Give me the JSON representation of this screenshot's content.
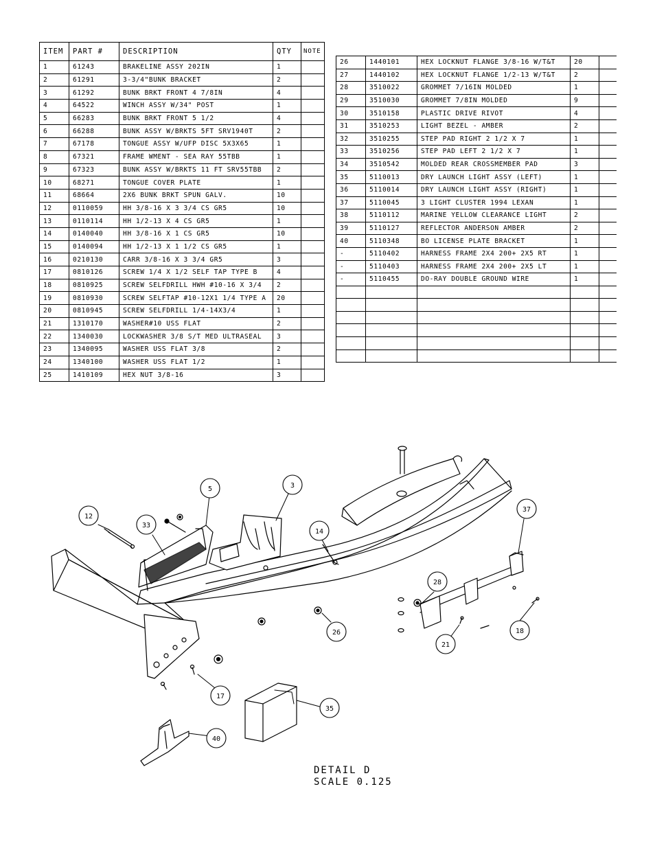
{
  "left_table": {
    "headers": {
      "item": "ITEM",
      "part": "PART #",
      "description": "DESCRIPTION",
      "qty": "QTY",
      "note": "NOTE"
    },
    "rows": [
      {
        "item": "1",
        "part": "61243",
        "description": "BRAKELINE ASSY  202IN",
        "qty": "1",
        "note": ""
      },
      {
        "item": "2",
        "part": "61291",
        "description": "3-3/4\"BUNK BRACKET",
        "qty": "2",
        "note": ""
      },
      {
        "item": "3",
        "part": "61292",
        "description": "BUNK BRKT FRONT 4 7/8IN",
        "qty": "4",
        "note": ""
      },
      {
        "item": "4",
        "part": "64522",
        "description": "WINCH ASSY W/34\" POST",
        "qty": "1",
        "note": ""
      },
      {
        "item": "5",
        "part": "66283",
        "description": "BUNK BRKT FRONT 5 1/2",
        "qty": "4",
        "note": ""
      },
      {
        "item": "6",
        "part": "66288",
        "description": "BUNK ASSY W/BRKTS 5FT SRV1940T",
        "qty": "2",
        "note": ""
      },
      {
        "item": "7",
        "part": "67178",
        "description": "TONGUE ASSY W/UFP DISC 5X3X65",
        "qty": "1",
        "note": ""
      },
      {
        "item": "8",
        "part": "67321",
        "description": "FRAME WMENT - SEA RAY 55TBB",
        "qty": "1",
        "note": ""
      },
      {
        "item": "9",
        "part": "67323",
        "description": "BUNK ASSY W/BRKTS 11 FT SRV55TBB",
        "qty": "2",
        "note": ""
      },
      {
        "item": "10",
        "part": "68271",
        "description": "TONGUE COVER PLATE",
        "qty": "1",
        "note": ""
      },
      {
        "item": "11",
        "part": "68664",
        "description": "2X6 BUNK BRKT SPUN GALV.",
        "qty": "10",
        "note": ""
      },
      {
        "item": "12",
        "part": "0110059",
        "description": "HH 3/8-16 X 3 3/4 CS GR5",
        "qty": "10",
        "note": ""
      },
      {
        "item": "13",
        "part": "0110114",
        "description": "HH 1/2-13 X 4 CS GR5",
        "qty": "1",
        "note": ""
      },
      {
        "item": "14",
        "part": "0140040",
        "description": "HH 3/8-16 X 1 CS GR5",
        "qty": "10",
        "note": ""
      },
      {
        "item": "15",
        "part": "0140094",
        "description": "HH 1/2-13 X 1 1/2 CS GR5",
        "qty": "1",
        "note": ""
      },
      {
        "item": "16",
        "part": "0210130",
        "description": "CARR 3/8-16 X 3 3/4 GR5",
        "qty": "3",
        "note": ""
      },
      {
        "item": "17",
        "part": "0810126",
        "description": "SCREW 1/4 X 1/2 SELF TAP TYPE B",
        "qty": "4",
        "note": ""
      },
      {
        "item": "18",
        "part": "0810925",
        "description": "SCREW SELFDRILL HWH #10-16 X 3/4",
        "qty": "2",
        "note": ""
      },
      {
        "item": "19",
        "part": "0810930",
        "description": "SCREW SELFTAP #10-12X1 1/4 TYPE A",
        "qty": "20",
        "note": ""
      },
      {
        "item": "20",
        "part": "0810945",
        "description": "SCREW SELFDRILL  1/4-14X3/4",
        "qty": "1",
        "note": ""
      },
      {
        "item": "21",
        "part": "1310170",
        "description": "WASHER#10 USS FLAT",
        "qty": "2",
        "note": ""
      },
      {
        "item": "22",
        "part": "1340030",
        "description": "LOCKWASHER 3/8 S/T MED ULTRASEAL",
        "qty": "3",
        "note": ""
      },
      {
        "item": "23",
        "part": "1340095",
        "description": "WASHER USS FLAT 3/8",
        "qty": "2",
        "note": ""
      },
      {
        "item": "24",
        "part": "1340100",
        "description": "WASHER USS FLAT 1/2",
        "qty": "1",
        "note": ""
      },
      {
        "item": "25",
        "part": "1410109",
        "description": "HEX NUT 3/8-16",
        "qty": "3",
        "note": ""
      }
    ]
  },
  "right_table": {
    "rows": [
      {
        "item": "26",
        "part": "1440101",
        "description": "HEX LOCKNUT FLANGE 3/8-16 W/T&T",
        "qty": "20",
        "note": ""
      },
      {
        "item": "27",
        "part": "1440102",
        "description": "HEX LOCKNUT FLANGE 1/2-13 W/T&T",
        "qty": "2",
        "note": ""
      },
      {
        "item": "28",
        "part": "3510022",
        "description": "GROMMET  7/16IN MOLDED",
        "qty": "1",
        "note": ""
      },
      {
        "item": "29",
        "part": "3510030",
        "description": "GROMMET  7/8IN MOLDED",
        "qty": "9",
        "note": ""
      },
      {
        "item": "30",
        "part": "3510158",
        "description": "PLASTIC DRIVE RIVOT",
        "qty": "4",
        "note": ""
      },
      {
        "item": "31",
        "part": "3510253",
        "description": "LIGHT BEZEL - AMBER",
        "qty": "2",
        "note": ""
      },
      {
        "item": "32",
        "part": "3510255",
        "description": "STEP PAD  RIGHT  2 1/2 X  7",
        "qty": "1",
        "note": ""
      },
      {
        "item": "33",
        "part": "3510256",
        "description": "STEP PAD  LEFT  2 1/2 X  7",
        "qty": "1",
        "note": ""
      },
      {
        "item": "34",
        "part": "3510542",
        "description": "MOLDED REAR CROSSMEMBER PAD",
        "qty": "3",
        "note": ""
      },
      {
        "item": "35",
        "part": "5110013",
        "description": "DRY LAUNCH LIGHT ASSY (LEFT)",
        "qty": "1",
        "note": ""
      },
      {
        "item": "36",
        "part": "5110014",
        "description": "DRY LAUNCH LIGHT ASSY (RIGHT)",
        "qty": "1",
        "note": ""
      },
      {
        "item": "37",
        "part": "5110045",
        "description": "3 LIGHT CLUSTER  1994  LEXAN",
        "qty": "1",
        "note": ""
      },
      {
        "item": "38",
        "part": "5110112",
        "description": "MARINE YELLOW CLEARANCE LIGHT",
        "qty": "2",
        "note": ""
      },
      {
        "item": "39",
        "part": "5110127",
        "description": "REFLECTOR ANDERSON AMBER",
        "qty": "2",
        "note": ""
      },
      {
        "item": "40",
        "part": "5110348",
        "description": "BO LICENSE PLATE BRACKET",
        "qty": "1",
        "note": ""
      },
      {
        "item": "-",
        "part": "5110402",
        "description": "HARNESS   FRAME 2X4 200+ 2X5 RT",
        "qty": "1",
        "note": ""
      },
      {
        "item": "-",
        "part": "5110403",
        "description": "HARNESS   FRAME 2X4 200+ 2X5 LT",
        "qty": "1",
        "note": ""
      },
      {
        "item": "-",
        "part": "5110455",
        "description": "DO-RAY DOUBLE GROUND WIRE",
        "qty": "1",
        "note": ""
      },
      {
        "item": "",
        "part": "",
        "description": "",
        "qty": "",
        "note": ""
      },
      {
        "item": "",
        "part": "",
        "description": "",
        "qty": "",
        "note": ""
      },
      {
        "item": "",
        "part": "",
        "description": "",
        "qty": "",
        "note": ""
      },
      {
        "item": "",
        "part": "",
        "description": "",
        "qty": "",
        "note": ""
      },
      {
        "item": "",
        "part": "",
        "description": "",
        "qty": "",
        "note": ""
      },
      {
        "item": "",
        "part": "",
        "description": "",
        "qty": "",
        "note": ""
      }
    ]
  },
  "callouts": {
    "c12": "12",
    "c33": "33",
    "c5": "5",
    "c3": "3",
    "c14": "14",
    "c37": "37",
    "c28": "28",
    "c26": "26",
    "c21": "21",
    "c18": "18",
    "c17": "17",
    "c35": "35",
    "c40": "40"
  },
  "detail": {
    "title": "DETAIL  D",
    "scale": "SCALE  0.125"
  }
}
